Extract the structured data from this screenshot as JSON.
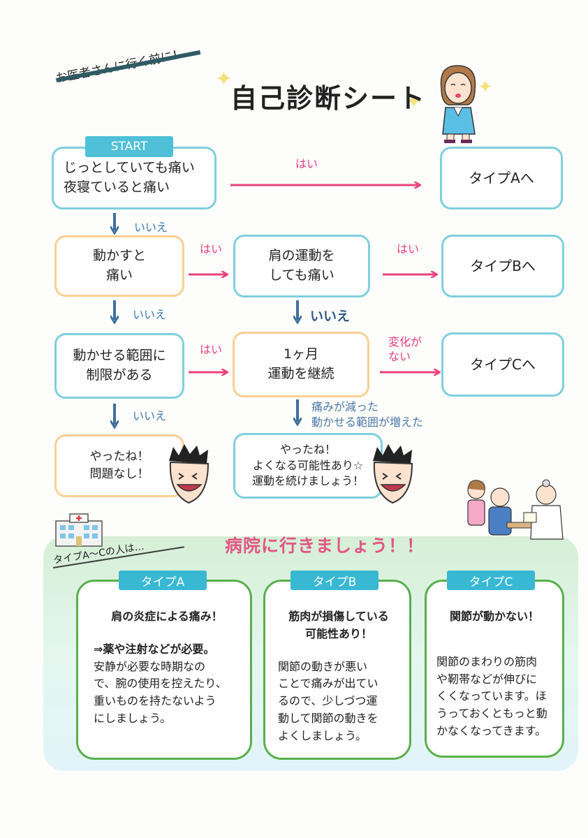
{
  "header": {
    "subtitle": "お医者さんに行く前に！",
    "title": "自己診断シート"
  },
  "flow": {
    "start": "START",
    "q1": "じっとしていても痛い\n夜寝ていると痛い",
    "q2": "動かすと\n痛い",
    "q3": "肩の運動を\nしても痛い",
    "q4": "動かせる範囲に\n制限がある",
    "q5": "1ヶ月\n運動を継続",
    "typeA": "タイプAへ",
    "typeB": "タイプBへ",
    "typeC": "タイプCへ",
    "yes": "はい",
    "no": "いいえ",
    "no_change": "変化が\nない",
    "improved": "痛みが減った\n動かせる範囲が増えた",
    "result1": "やったね！\n問題なし！",
    "result2": "やったね！\nよくなる可能性あり☆\n運動を続けましょう！"
  },
  "hospital": {
    "caption": "タイプA～Cの人は…",
    "title": "病院に行きましょう！！"
  },
  "cards": [
    {
      "tab": "タイプA",
      "head": "肩の炎症による痛み！",
      "lead": "⇒薬や注射などが必要。",
      "body": "安静が必要な時期なの\nで、腕の使用を控えたり、\n重いものを持たないよう\nにしましょう。"
    },
    {
      "tab": "タイプB",
      "head": "筋肉が損傷している\n可能性あり！",
      "lead": "",
      "body": "関節の動きが悪い\nことで痛みが出てい\nるので、少しづつ運\n動して関節の動きを\nよくしましょう。"
    },
    {
      "tab": "タイプC",
      "head": "関節が動かない！",
      "lead": "",
      "body": "関節のまわりの筋肉\nや靭帯などが伸びに\nくくなっています。ほ\nうっておくともっと動\nかなくなってきます。"
    }
  ],
  "colors": {
    "box_blue": "#7fd0dd",
    "box_orange": "#f9cf95",
    "arrow_pink": "#e8417c",
    "arrow_blue": "#3f6f9f",
    "card_green": "#58b04c",
    "tab_blue": "#38b8d3"
  }
}
